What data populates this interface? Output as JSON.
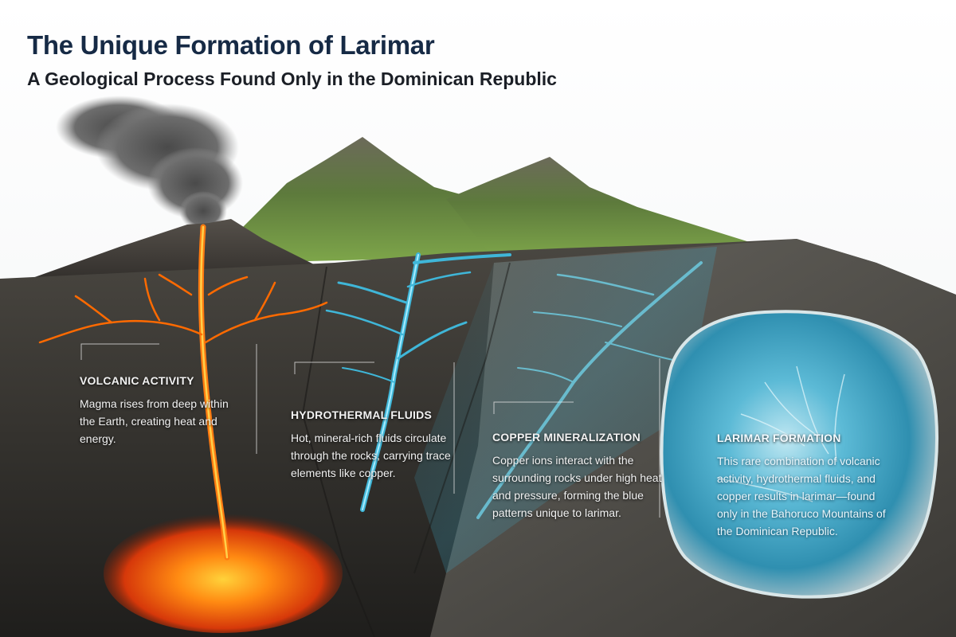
{
  "header": {
    "title": "The Unique Formation of Larimar",
    "subtitle": "A Geological Process Found Only in the Dominican Republic"
  },
  "stages": [
    {
      "heading": "VOLCANIC ACTIVITY",
      "text": "Magma rises from deep within the Earth, creating heat and energy."
    },
    {
      "heading": "HYDROTHERMAL FLUIDS",
      "text": "Hot, mineral-rich fluids circulate through the rocks, carrying trace elements like copper."
    },
    {
      "heading": "COPPER MINERALIZATION",
      "text": "Copper ions interact with the surrounding rocks under high heat and pressure, forming the blue patterns unique to larimar."
    },
    {
      "heading": "LARIMAR FORMATION",
      "text": "This rare combination of volcanic activity, hydrothermal fluids, and copper results in larimar—found only in the Bahoruco Mountains of the Dominican Republic."
    }
  ],
  "colors": {
    "title": "#162a45",
    "magma": "#ff6a00",
    "hydrothermal": "#3fb6d8",
    "larimar": "#4fb3cf",
    "rock": "#3a3a3a"
  }
}
